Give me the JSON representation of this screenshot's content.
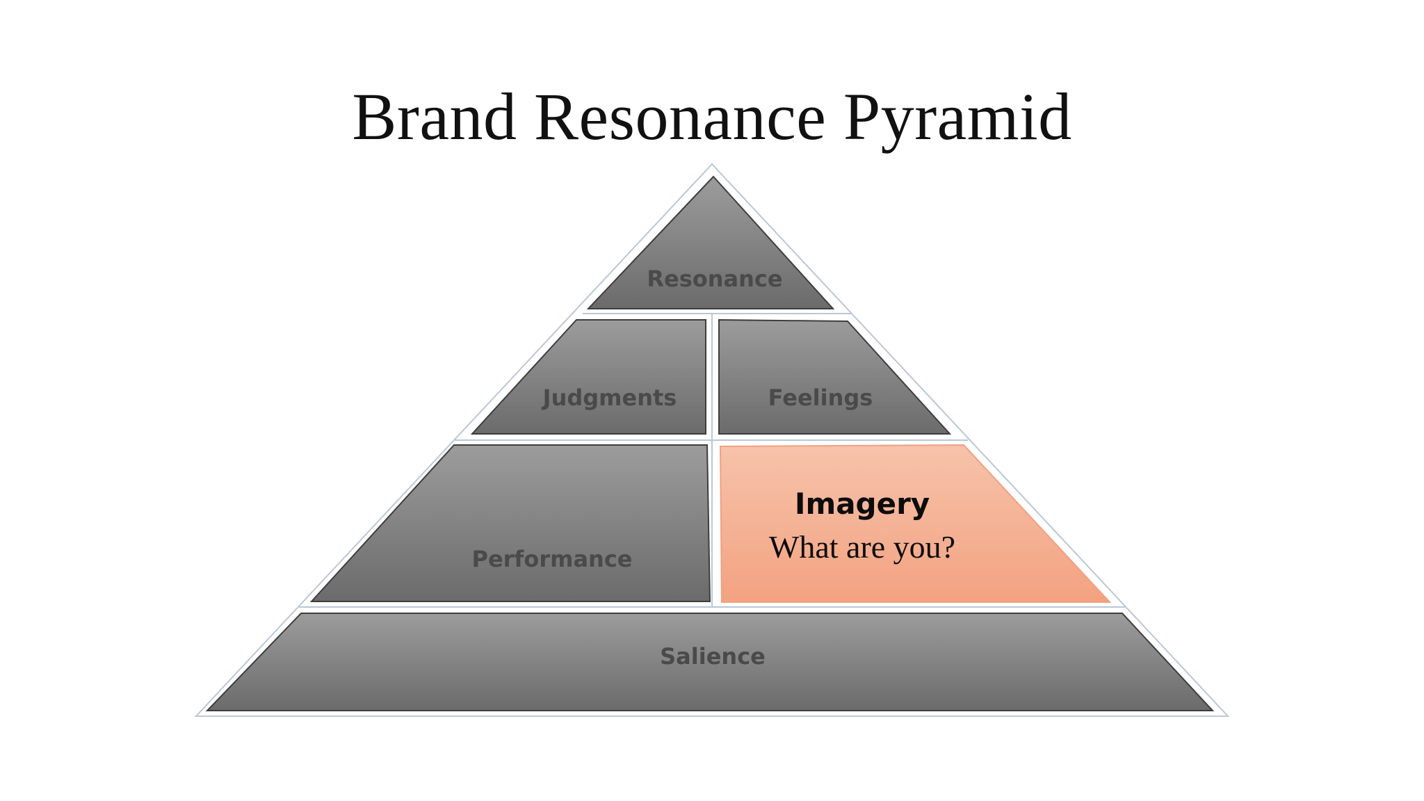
{
  "title": "Brand Resonance Pyramid",
  "colors": {
    "segment_fill_top": "#9c9c9c",
    "segment_fill_bottom": "#6b6b6b",
    "highlight_fill_top": "#f6c3ab",
    "highlight_fill_bottom": "#f3a281",
    "outline": "#b9c7d6"
  },
  "pyramid": {
    "resonance": {
      "label": "Resonance"
    },
    "judgments": {
      "label": "Judgments"
    },
    "feelings": {
      "label": "Feelings"
    },
    "performance": {
      "label": "Performance"
    },
    "imagery": {
      "label": "Imagery",
      "subtitle": "What are you?",
      "highlighted": true
    },
    "salience": {
      "label": "Salience"
    }
  }
}
